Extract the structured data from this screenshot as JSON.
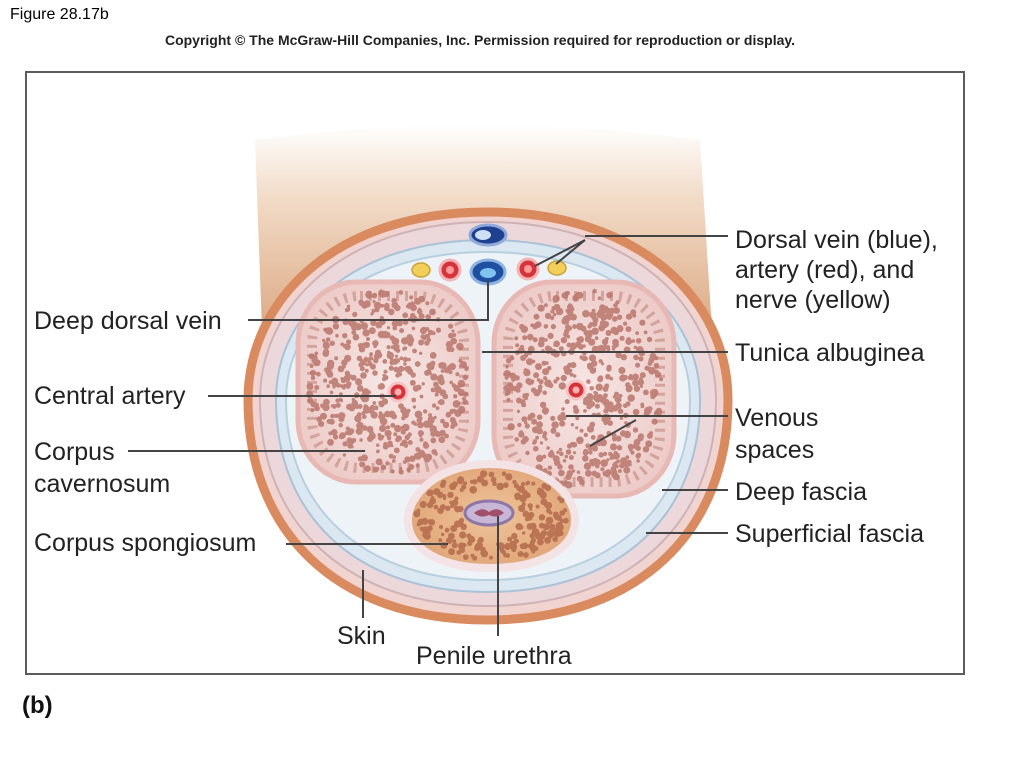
{
  "header": {
    "figure_title": "Figure 28.17b",
    "copyright": "Copyright © The McGraw-Hill Companies, Inc. Permission required for reproduction or display."
  },
  "panel_letter": "(b)",
  "labels": {
    "dorsal_vessels": [
      "Dorsal vein (blue),",
      "artery (red), and",
      "nerve (yellow)"
    ],
    "deep_dorsal_vein": "Deep dorsal vein",
    "tunica_albuginea": "Tunica albuginea",
    "central_artery": "Central artery",
    "venous_spaces": [
      "Venous",
      "spaces"
    ],
    "corpus_cavernosum": [
      "Corpus",
      "cavernosum"
    ],
    "deep_fascia": "Deep fascia",
    "corpus_spongiosum": "Corpus spongiosum",
    "superficial_fascia": "Superficial fascia",
    "skin": "Skin",
    "penile_urethra": "Penile urethra"
  },
  "colors": {
    "skin": "#d98a5f",
    "fascia": "#e9cfd2",
    "deep_fascia": "#cfe0ec",
    "tunica": "#f3dde0",
    "cavernosum_fill": "#f2d8d6",
    "venous_space": "#b9766b",
    "spongiosum_fill": "#e3a87a",
    "vein": "#1f4fa0",
    "artery": "#d6343a",
    "nerve": "#f3cf5a",
    "urethra": "#9a7fb0"
  }
}
